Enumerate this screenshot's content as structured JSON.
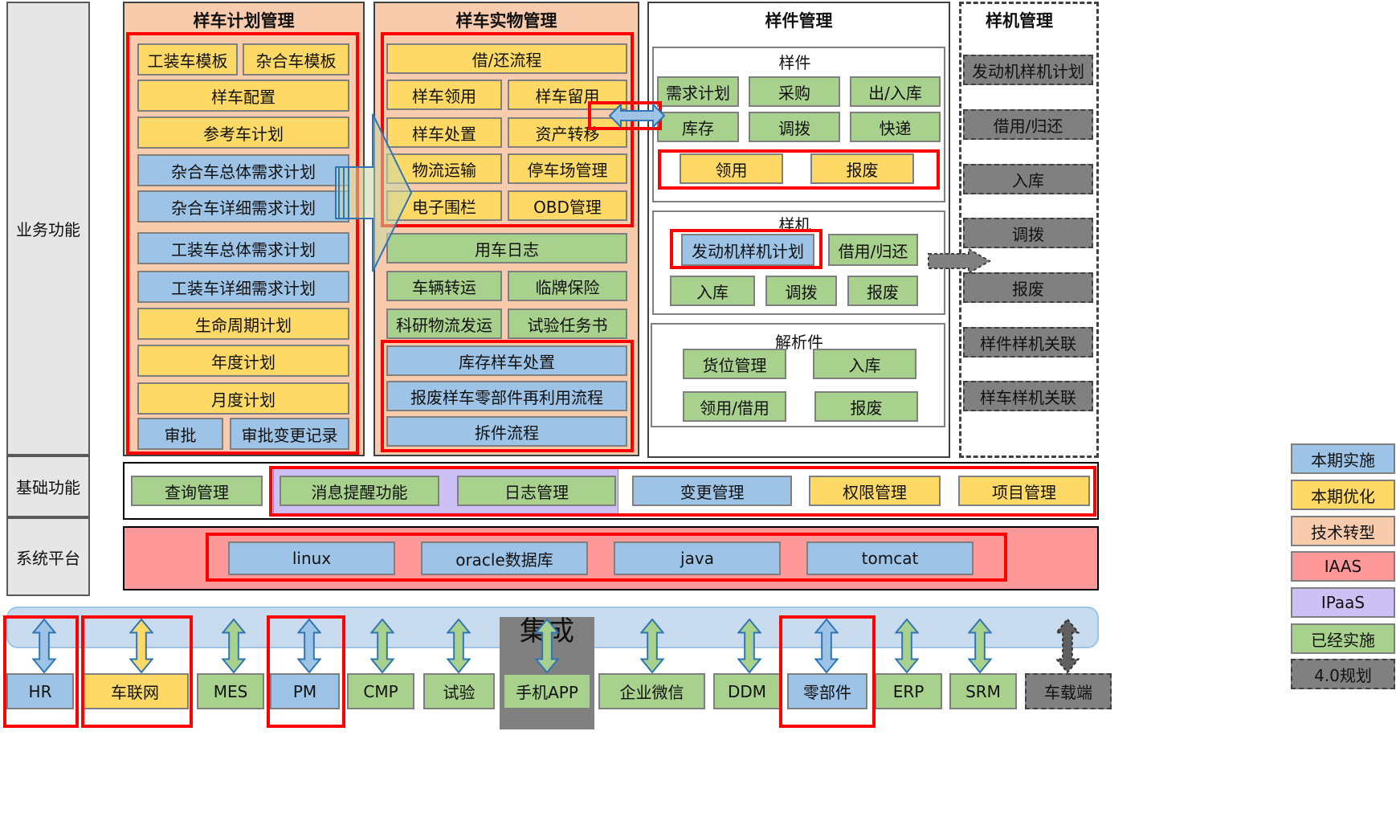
{
  "side_labels": {
    "business": "业务功能",
    "base": "基础功能",
    "platform": "系统平台"
  },
  "plan": {
    "title": "样车计划管理",
    "items": [
      "工装车模板",
      "杂合车模板",
      "样车配置",
      "参考车计划",
      "杂合车总体需求计划",
      "杂合车详细需求计划",
      "工装车总体需求计划",
      "工装车详细需求计划",
      "生命周期计划",
      "年度计划",
      "月度计划",
      "审批",
      "审批变更记录"
    ]
  },
  "physical": {
    "title": "样车实物管理",
    "items": [
      "借/还流程",
      "样车领用",
      "样车留用",
      "样车处置",
      "资产转移",
      "物流运输",
      "停车场管理",
      "电子围栏",
      "OBD管理",
      "用车日志",
      "车辆转运",
      "临牌保险",
      "科研物流发运",
      "试验任务书",
      "库存样车处置",
      "报废样车零部件再利用流程",
      "拆件流程"
    ]
  },
  "parts": {
    "title": "样件管理",
    "sample_part": {
      "title": "样件",
      "items": [
        "需求计划",
        "采购",
        "出/入库",
        "库存",
        "调拨",
        "快递",
        "领用",
        "报废"
      ]
    },
    "sample_engine": {
      "title": "样机",
      "items": [
        "发动机样机计划",
        "借用/归还",
        "入库",
        "调拨",
        "报废"
      ]
    },
    "analysis": {
      "title": "解析件",
      "items": [
        "货位管理",
        "入库",
        "领用/借用",
        "报废"
      ]
    }
  },
  "engine_mgmt": {
    "title": "样机管理",
    "items": [
      "发动机样机计划",
      "借用/归还",
      "入库",
      "调拨",
      "报废",
      "样件样机关联",
      "样车样机关联"
    ]
  },
  "base_functions": [
    "查询管理",
    "消息提醒功能",
    "日志管理",
    "变更管理",
    "权限管理",
    "项目管理"
  ],
  "platform": [
    "linux",
    "oracle数据库",
    "java",
    "tomcat"
  ],
  "integration": {
    "title": "集成",
    "systems": [
      "HR",
      "车联网",
      "MES",
      "PM",
      "CMP",
      "试验",
      "手机APP",
      "企业微信",
      "DDM",
      "零部件",
      "ERP",
      "SRM",
      "车载端"
    ]
  },
  "legend": [
    "本期实施",
    "本期优化",
    "技术转型",
    "IAAS",
    "IPaaS",
    "已经实施",
    "4.0规划"
  ],
  "colors": {
    "blue": "#9dc3e6",
    "yellow": "#ffd966",
    "green": "#a9d18e",
    "orange": "#f8cbad",
    "iaas": "#ff9999",
    "ipaas": "#ccc0f5",
    "gray": "#808080",
    "red": "#ff0000"
  }
}
